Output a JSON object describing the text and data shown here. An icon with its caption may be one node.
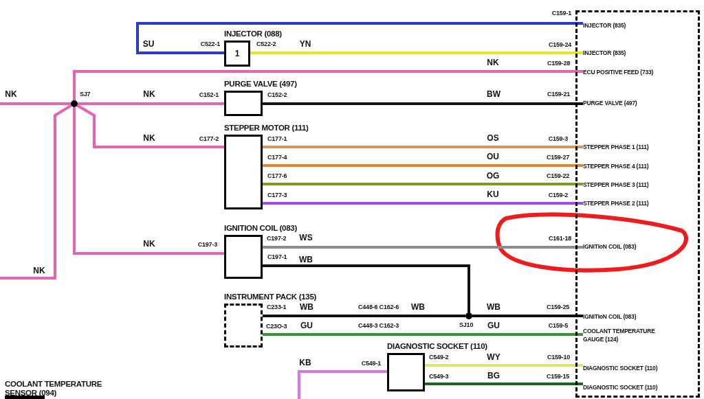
{
  "diagram": {
    "nodes": [
      {
        "text": [],
        "shape": "box"
      },
      {
        "text": [
          "INJECTOR (835)"
        ],
        "in": 0
      },
      {
        "text": [
          "INJECTOR (835)"
        ],
        "in": 0
      },
      {
        "text": [
          "ECU POSITIVE FEED (733)"
        ],
        "in": 0
      },
      {
        "text": [
          "PURGE VALVE (497)"
        ],
        "in": 0
      },
      {
        "text": [
          "STEPPER PHASE 1 (111)"
        ],
        "in": 0
      },
      {
        "text": [
          "STEPPER PHASE 4 (111)"
        ],
        "in": 0
      },
      {
        "text": [
          "STEPPER PHASE 3 (111)"
        ],
        "in": 0
      },
      {
        "text": [
          "STEPPER PHASE 2 (111)"
        ],
        "in": 0
      },
      {
        "text": [
          "IGNITIoN COIL (083)"
        ],
        "in": 0
      },
      {
        "text": [
          "IGNITIoN COIL (083)"
        ],
        "in": 0
      },
      {
        "text": [
          "COOLANT TEMPERATURE GAUGE (124)"
        ],
        "in": 0
      },
      {
        "text": [
          "DIAGNOSTIC SOCKET (110)"
        ],
        "in": 0
      },
      {
        "text": [
          "DIAGNOSTIC SOCKET (110)"
        ],
        "in": 0
      },
      {
        "text": [
          "INJECTOR (088)",
          "1"
        ]
      },
      {
        "text": [
          "PURGE VALVE (497)"
        ]
      },
      {
        "text": [
          "STEPPER MOTOR (111)"
        ]
      },
      {
        "text": [
          "IGNITION COIL (083)"
        ]
      },
      {
        "text": [
          "INSTRUMENT PACK (135)"
        ]
      },
      {
        "text": [
          "DIAGNOSTIC SOCKET (110)"
        ]
      },
      {
        "text": [
          "COOLANT TEMPERATURE SENSOR (094)"
        ]
      },
      {
        "text": [],
        "shape": "circle",
        "beside": [
          "SJ7"
        ]
      },
      {
        "text": [],
        "shape": "circle",
        "beside": [
          "SJ10"
        ]
      }
    ],
    "edges": [
      {
        "from": 14,
        "to": 1,
        "arrow": "none",
        "label": "SU",
        "color": "#2a3ad0"
      },
      {
        "from": 14,
        "to": 2,
        "arrow": "none",
        "label": "YN",
        "color": "#f2e21a"
      },
      {
        "from": 21,
        "to": 3,
        "arrow": "none",
        "label": "NK",
        "color": "#e562b4"
      },
      {
        "from": null,
        "to": 21,
        "arrow": "none",
        "label": "NK",
        "color": "#e562b4"
      },
      {
        "from": 21,
        "to": 15,
        "arrow": "none",
        "label": "NK",
        "color": "#e562b4"
      },
      {
        "from": 15,
        "to": 4,
        "arrow": "none",
        "label": "BW",
        "color": "#111111"
      },
      {
        "from": 21,
        "to": 16,
        "arrow": "none",
        "label": "NK",
        "color": "#e562b4"
      },
      {
        "from": 16,
        "to": 5,
        "arrow": "none",
        "label": "OS",
        "color": "#d8955a"
      },
      {
        "from": 16,
        "to": 6,
        "arrow": "none",
        "label": "OU",
        "color": "#e8842a"
      },
      {
        "from": 16,
        "to": 7,
        "arrow": "none",
        "label": "OG",
        "color": "#7aa020"
      },
      {
        "from": 16,
        "to": 8,
        "arrow": "none",
        "label": "KU",
        "color": "#a844ec"
      },
      {
        "from": 21,
        "to": 17,
        "arrow": "none",
        "label": "NK",
        "color": "#e562b4"
      },
      {
        "from": 21,
        "to": null,
        "arrow": "none",
        "label": "NK",
        "color": "#e562b4"
      },
      {
        "from": 17,
        "to": 9,
        "arrow": "none",
        "label": "WS",
        "color": "#8c8c8c"
      },
      {
        "from": 17,
        "to": 22,
        "arrow": "none",
        "label": "WB",
        "color": "#111111"
      },
      {
        "from": 18,
        "to": 22,
        "arrow": "none",
        "label": "WB",
        "color": "#111111"
      },
      {
        "from": 22,
        "to": 10,
        "arrow": "none",
        "label": "WB",
        "color": "#111111"
      },
      {
        "from": 18,
        "to": 11,
        "arrow": "none",
        "label": "GU",
        "color": "#2f9a34"
      },
      {
        "from": null,
        "to": 19,
        "arrow": "none",
        "label": "KB",
        "color": "#e070e8"
      },
      {
        "from": 19,
        "to": 12,
        "arrow": "none",
        "label": "WY",
        "color": "#e6e070"
      },
      {
        "from": 19,
        "to": 13,
        "arrow": "none",
        "label": "BG",
        "color": "#126b1a"
      }
    ],
    "labels": [
      "C159-1",
      "C522-1",
      "C522-2",
      "C159-24",
      "C159-28",
      "C152-1",
      "C152-2",
      "C159-21",
      "C177-2",
      "C177-1",
      "C159-3",
      "C177-4",
      "C159-27",
      "C177-6",
      "C159-22",
      "C177-3",
      "C159-2",
      "C197-3",
      "C197-2",
      "C161-18",
      "C197-1",
      "C233-1",
      "C448-6 C162-6",
      "WB",
      "C159-25",
      "C23O-3",
      "GU",
      "C448-3 C162-3",
      "C159-5",
      "C549-1",
      "C549-2",
      "C159-10",
      "C549-3",
      "C159-15"
    ]
  }
}
